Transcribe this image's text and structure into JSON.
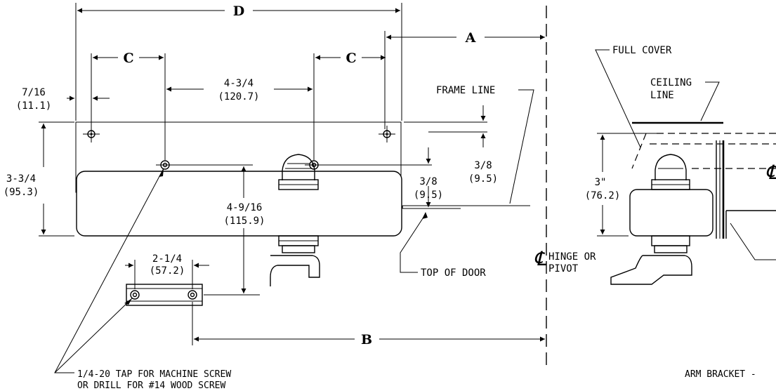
{
  "dimensions": {
    "d": "D",
    "a": "A",
    "c_left": "C",
    "c_right": "C",
    "b": "B",
    "hole_offset": {
      "frac": "7/16",
      "mm": "(11.1)"
    },
    "hole_spacing": {
      "frac": "4-3/4",
      "mm": "(120.7)"
    },
    "body_height": {
      "frac": "3-3/4",
      "mm": "(95.3)"
    },
    "bracket_offset": {
      "frac": "4-9/16",
      "mm": "(115.9)"
    },
    "bracket_holes": {
      "frac": "2-1/4",
      "mm": "(57.2)"
    },
    "top_gap": {
      "frac": "3/8",
      "mm": "(9.5)"
    },
    "door_gap": {
      "frac": "3/8",
      "mm": "(9.5)"
    },
    "side_height": {
      "frac": "3\"",
      "mm": "(76.2)"
    }
  },
  "labels": {
    "frame_line": "FRAME LINE",
    "top_of_door": "TOP OF DOOR",
    "hinge_line1": "HINGE OR",
    "hinge_line2": "PIVOT",
    "full_cover": "FULL COVER",
    "ceiling_line1": "CEILING",
    "ceiling_line2": "LINE",
    "tap_note_line1": "1/4-20 TAP FOR MACHINE SCREW",
    "tap_note_line2": "OR DRILL FOR #14 WOOD SCREW",
    "arm_bracket": "ARM BRACKET -",
    "centerline_symbol": "℄"
  }
}
